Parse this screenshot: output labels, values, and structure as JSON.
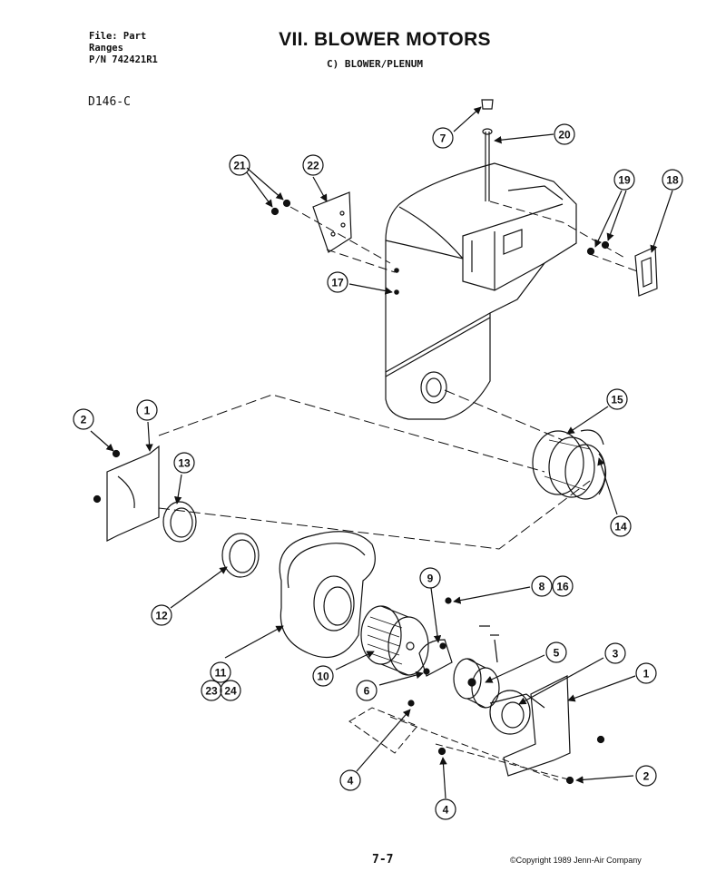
{
  "header": {
    "file_line": "File: Part",
    "category_line": "Ranges",
    "part_number_line": "P/N 742421R1",
    "title": "VII. BLOWER MOTORS",
    "subtitle": "C) BLOWER/PLENUM",
    "diagram_code": "D146-C"
  },
  "callouts": [
    {
      "id": "c7",
      "label": "7"
    },
    {
      "id": "c20",
      "label": "20"
    },
    {
      "id": "c21",
      "label": "21"
    },
    {
      "id": "c22",
      "label": "22"
    },
    {
      "id": "c19",
      "label": "19"
    },
    {
      "id": "c18",
      "label": "18"
    },
    {
      "id": "c17",
      "label": "17"
    },
    {
      "id": "c2a",
      "label": "2"
    },
    {
      "id": "c1a",
      "label": "1"
    },
    {
      "id": "c13",
      "label": "13"
    },
    {
      "id": "c15",
      "label": "15"
    },
    {
      "id": "c14",
      "label": "14"
    },
    {
      "id": "c12",
      "label": "12"
    },
    {
      "id": "c9",
      "label": "9"
    },
    {
      "id": "c8",
      "label": "8"
    },
    {
      "id": "c16",
      "label": "16"
    },
    {
      "id": "c11",
      "label": "11"
    },
    {
      "id": "c23",
      "label": "23"
    },
    {
      "id": "c24",
      "label": "24"
    },
    {
      "id": "c10",
      "label": "10"
    },
    {
      "id": "c6",
      "label": "6"
    },
    {
      "id": "c5",
      "label": "5"
    },
    {
      "id": "c3",
      "label": "3"
    },
    {
      "id": "c1b",
      "label": "1"
    },
    {
      "id": "c4a",
      "label": "4"
    },
    {
      "id": "c2b",
      "label": "2"
    },
    {
      "id": "c4b",
      "label": "4"
    }
  ],
  "footer": {
    "page_number": "7-7",
    "copyright": "©Copyright 1989 Jenn-Air Company"
  }
}
